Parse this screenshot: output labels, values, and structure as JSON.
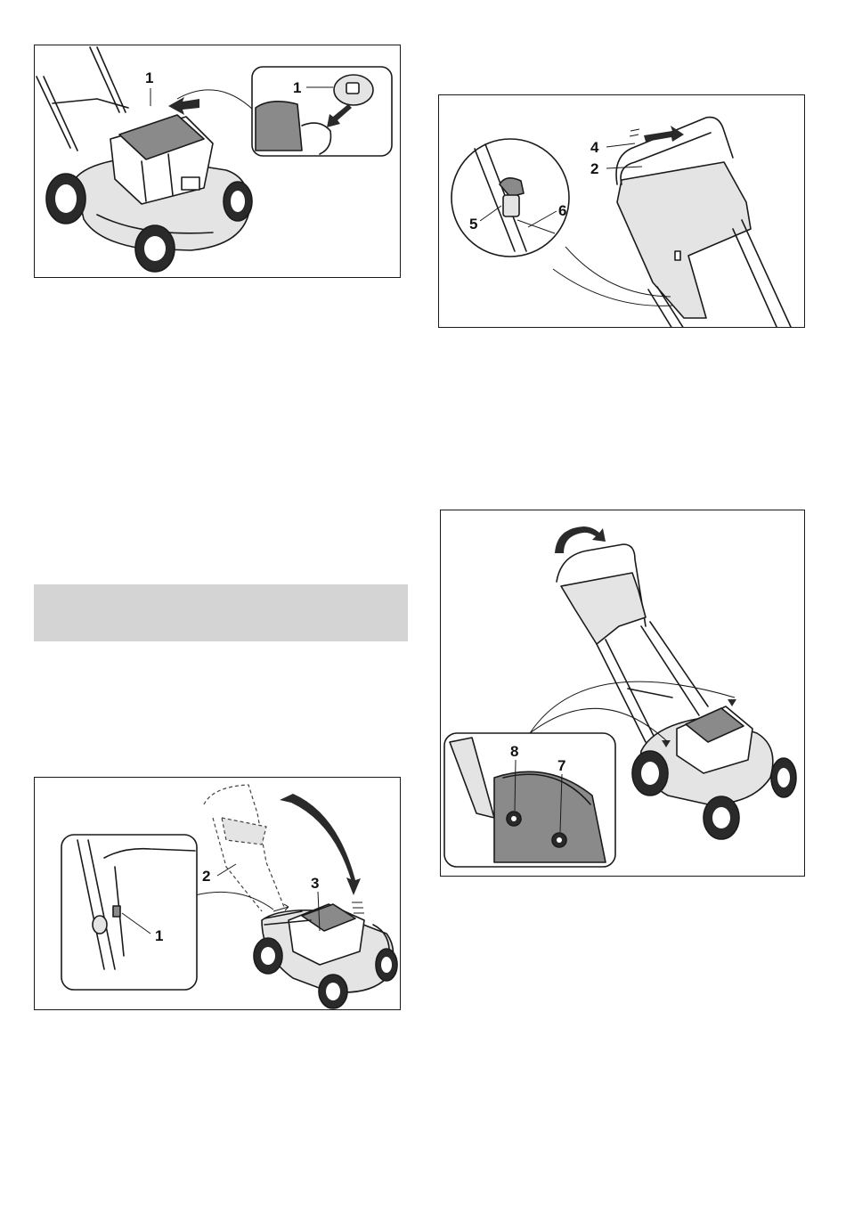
{
  "figures": {
    "fig_fuel_cap": {
      "callouts": {
        "main": "1",
        "detail": "1"
      },
      "icons": [
        "mower-illustration",
        "fuel-cap-detail",
        "arrow-icon"
      ]
    },
    "fig_handle_levers": {
      "callouts": {
        "a": "4",
        "b": "2",
        "c": "5",
        "d": "6"
      },
      "icons": [
        "handle-illustration",
        "lever-detail",
        "double-arrow-icon"
      ]
    },
    "fig_handle_fold": {
      "callouts": {
        "a": "8",
        "b": "7"
      },
      "icons": [
        "mower-illustration",
        "knob-detail",
        "rotate-arrow-icon"
      ]
    },
    "fig_handle_raise": {
      "callouts": {
        "a": "2",
        "b": "3",
        "c": "1"
      },
      "icons": [
        "mower-illustration",
        "latch-detail",
        "curved-arrow-icon"
      ]
    }
  },
  "colors": {
    "line": "#1a1a1a",
    "shaded_bar": "#d4d4d4",
    "mid_gray": "#8a8a8a"
  }
}
